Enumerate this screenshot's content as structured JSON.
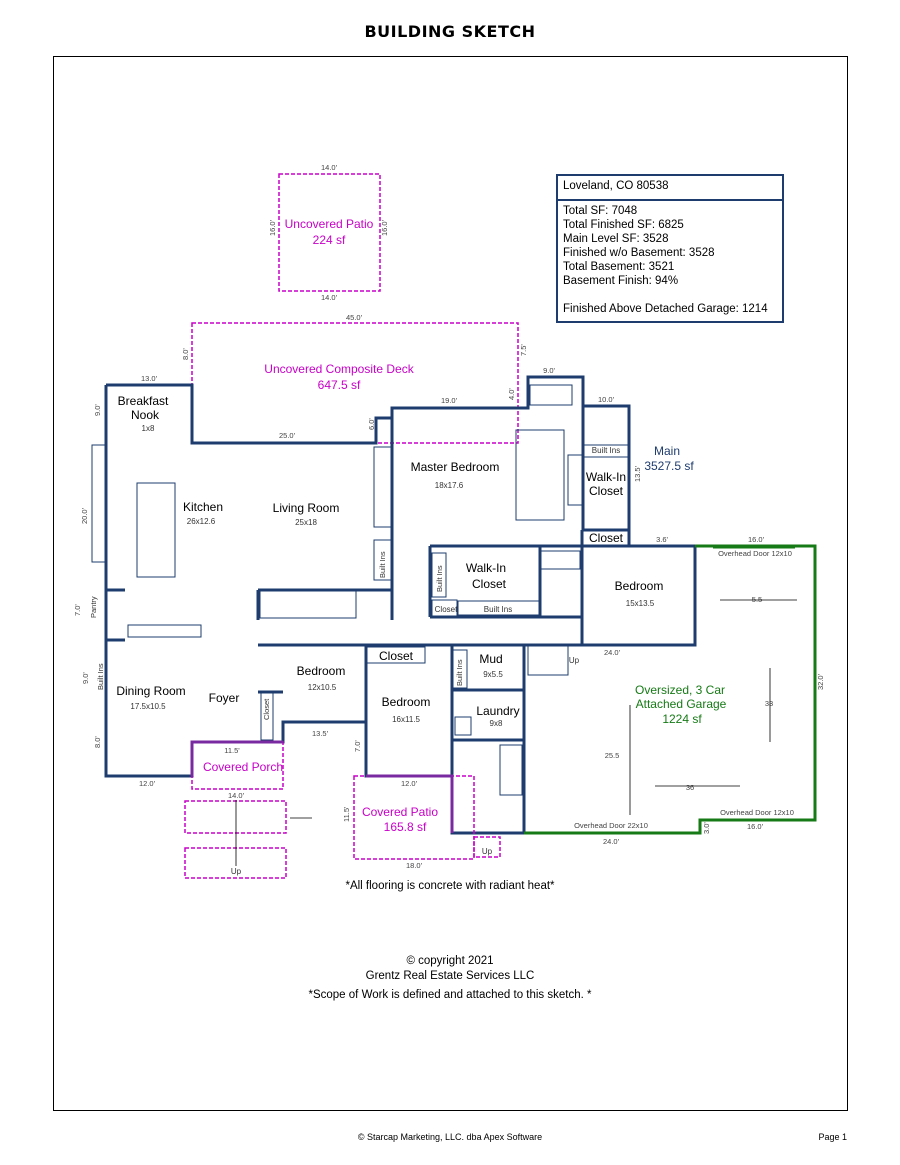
{
  "header": {
    "title": "BUILDING SKETCH"
  },
  "info_box": {
    "location": "Loveland, CO 80538",
    "total_sf": "Total SF: 7048",
    "total_finished_sf": "Total Finished SF: 6825",
    "main_level_sf": "Main Level SF: 3528",
    "finished_without_basement": "Finished w/o Basement: 3528",
    "total_basement": "Total Basement: 3521",
    "basement_finish": "Basement Finish: 94%",
    "finished_above_garage": "Finished Above Detached Garage: 1214"
  },
  "areas": {
    "uncovered_patio": {
      "name": "Uncovered Patio",
      "size": "224 sf"
    },
    "composite_deck": {
      "name": "Uncovered Composite Deck",
      "size": "647.5 sf"
    },
    "main": {
      "name": "Main",
      "size": "3527.5 sf"
    },
    "garage": {
      "line1": "Oversized, 3 Car",
      "line2": "Attached Garage",
      "size": "1224 sf"
    },
    "covered_porch": {
      "name": "Covered Porch"
    },
    "covered_patio": {
      "name": "Covered Patio",
      "size": "165.8 sf"
    }
  },
  "rooms": {
    "breakfast_nook": {
      "line1": "Breakfast",
      "line2": "Nook",
      "dims": "1x8"
    },
    "kitchen": {
      "name": "Kitchen",
      "dims": "26x12.6"
    },
    "living_room": {
      "name": "Living Room",
      "dims": "25x18"
    },
    "master_bedroom": {
      "name": "Master Bedroom",
      "dims": "18x17.6"
    },
    "walkin_closet_master": {
      "line1": "Walk-In",
      "line2": "Closet"
    },
    "walkin_closet_center": {
      "line1": "Walk-In",
      "line2": "Closet"
    },
    "closet_right": "Closet",
    "bedroom_right": {
      "name": "Bedroom",
      "dims": "15x13.5"
    },
    "bedroom_center_left": {
      "name": "Bedroom",
      "dims": "12x10.5"
    },
    "bedroom_center": {
      "name": "Bedroom",
      "dims": "16x11.5"
    },
    "closet_center": "Closet",
    "mud": {
      "name": "Mud",
      "dims": "9x5.5"
    },
    "laundry": {
      "name": "Laundry",
      "dims": "9x8"
    },
    "dining_room": {
      "name": "Dining Room",
      "dims": "17.5x10.5"
    },
    "foyer": {
      "name": "Foyer"
    },
    "pantry": "Pantry",
    "closet_small": "Closet",
    "closet_foyer": "Closet",
    "built_ins": "Built Ins",
    "up": "Up"
  },
  "dimensions": {
    "patio_top": "14.0'",
    "patio_bottom": "14.0'",
    "patio_left": "16.0'",
    "patio_right": "16.0'",
    "deck_top": "45.0'",
    "deck_left": "8.0'",
    "deck_right": "7.5'",
    "d_13_0": "13.0'",
    "d_9_0a": "9.0'",
    "d_25_0": "25.0'",
    "d_19_0": "19.0'",
    "d_9_0b": "9.0'",
    "d_4_0": "4.0'",
    "d_10_0": "10.0'",
    "d_6_0": "6.0'",
    "d_20_0": "20.0'",
    "d_7_0": "7.0'",
    "d_3_6": "3.6'",
    "d_13_5": "13.5'",
    "d_24_0a": "24.0'",
    "d_16_0": "16.0'",
    "overhead_top": "Overhead Door 12x10",
    "d_32_0": "32.0'",
    "d_5_5": "5.5",
    "d_33": "33",
    "d_25_5": "25.5",
    "d_36": "36",
    "overhead_right": "Overhead Door 12x10",
    "d_16_0b": "16.0'",
    "d_3_0": "3.0'",
    "overhead_bottom": "Overhead Door 22x10",
    "d_24_0b": "24.0'",
    "d_12_0a": "12.0'",
    "d_12_0b": "12.0'",
    "d_18_0": "18.0'",
    "d_11_5": "11.5'",
    "d_14_0": "14.0'",
    "d_13_5b": "13.5'",
    "d_11_5b": "11.5'",
    "d_9_0c": "9.0'",
    "d_8_0": "8.0'"
  },
  "notes": {
    "flooring": "*All flooring is concrete with radiant heat*",
    "copyright": "© copyright 2021",
    "company": "Grentz Real Estate Services LLC",
    "scope": "*Scope of Work is defined and attached to this sketch. *"
  },
  "footer": {
    "software": "© Starcap Marketing, LLC. dba Apex Software",
    "page": "Page 1"
  },
  "colors": {
    "walls": "#1e3c6e",
    "patio": "#c800c8",
    "garage": "#167a16",
    "text_pink": "#c800c8",
    "text_blue": "#1e3c6e"
  }
}
